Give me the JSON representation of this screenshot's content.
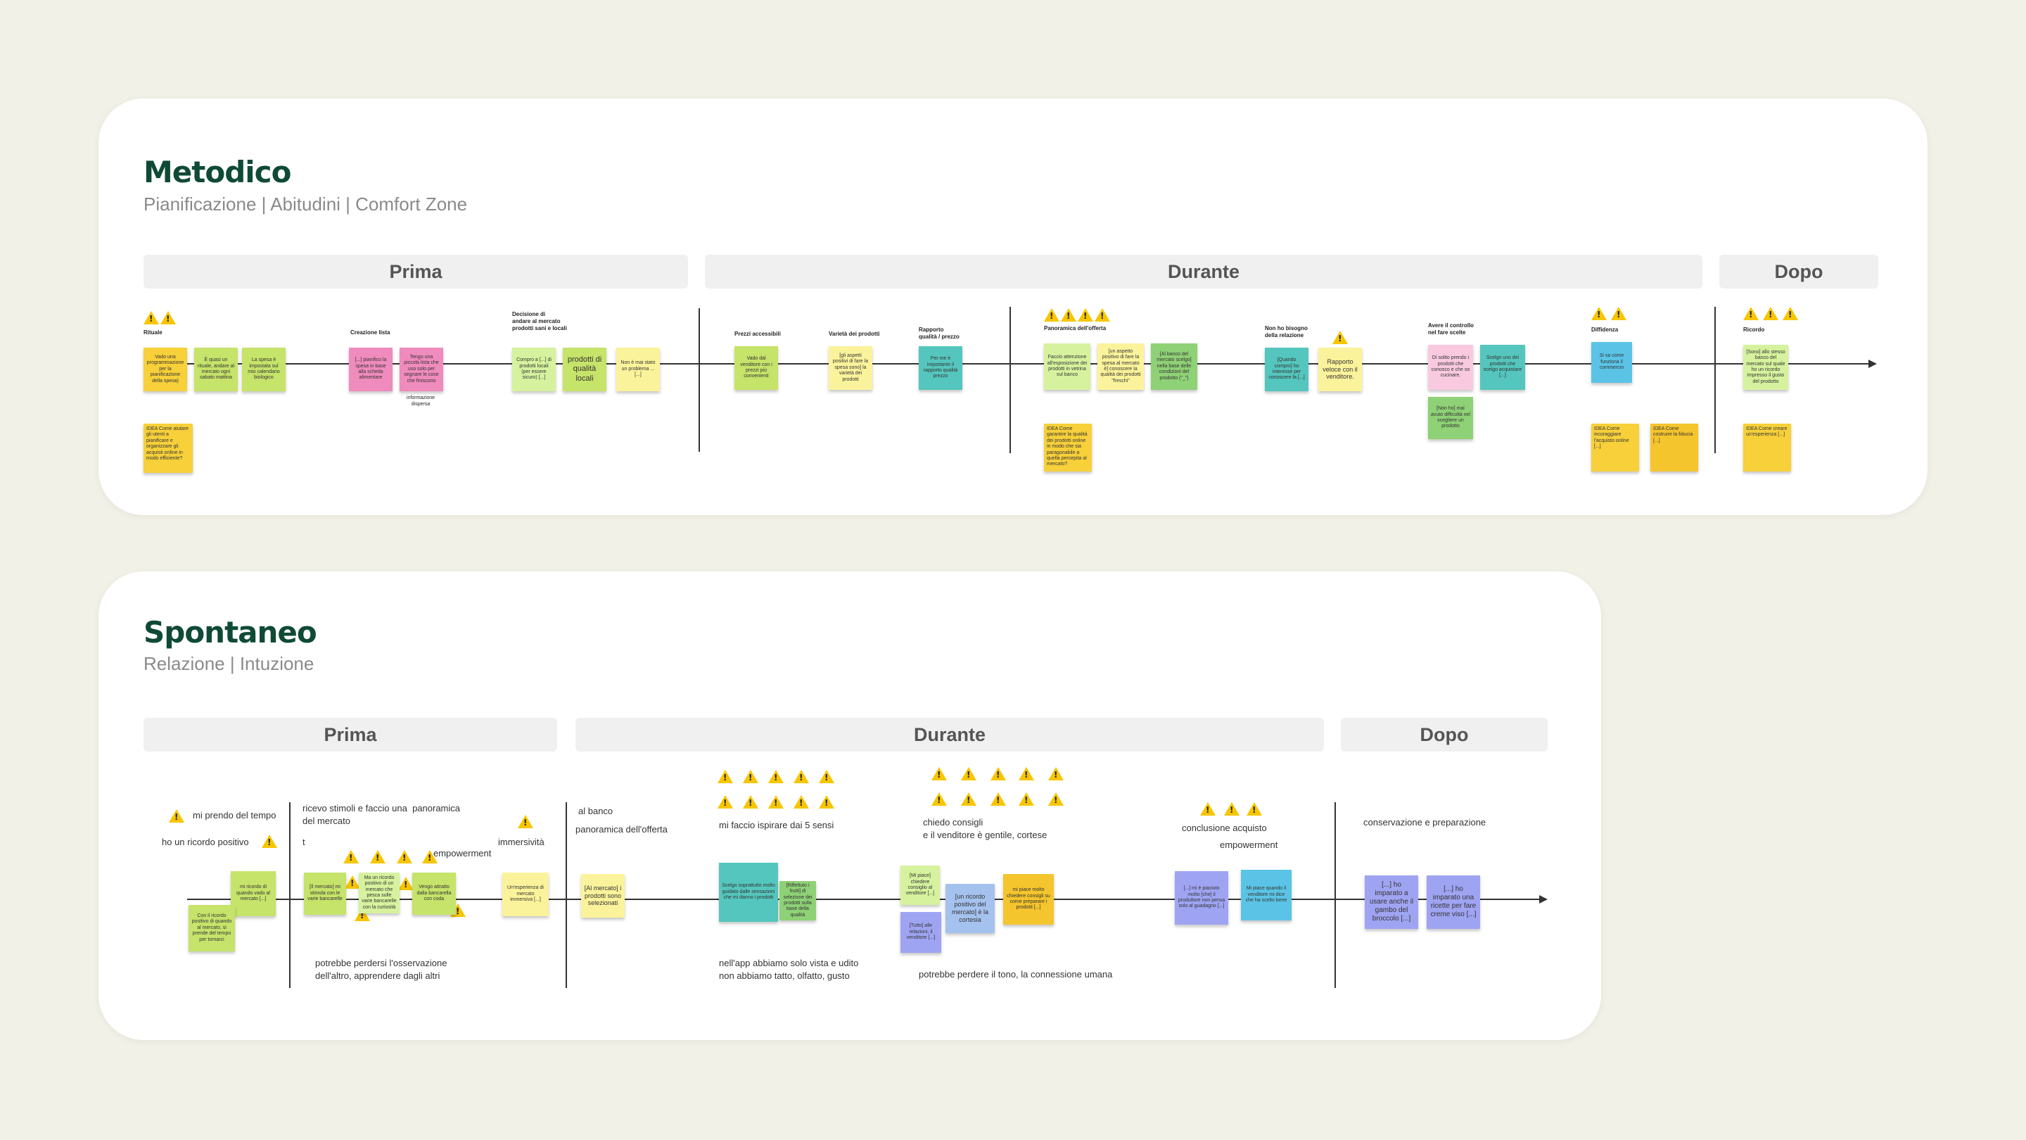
{
  "metodico": {
    "title": "Metodico",
    "subtitle": "Pianificazione | Abitudini | Comfort Zone",
    "phases": [
      "Prima",
      "Durante",
      "Dopo"
    ],
    "labels": {
      "rituale": "Rituale",
      "creazione_lista": "Creazione lista",
      "decisione": "Decisione di\nandare al mercato\nprodotti sani e locali",
      "prezzi": "Prezzi accessibili",
      "varieta": "Varietà dei prodotti",
      "rapporto": "Rapporto\nqualità / prezzo",
      "panoramica": "Panoramica dell'offerta",
      "non_ho": "Non ho bisogno\ndella relazione",
      "avere": "Avere il controllo\nnel fare scelte",
      "diffidenza": "Diffidenza",
      "ricordo": "Ricordo",
      "informazione": "informazione\ndispersa"
    },
    "notes": {
      "n1": "Vado una programmazione per la pianificazione della spesa)",
      "n2": "È quasi un rituale, andare al mercato ogni sabato mattina",
      "n3": "La spesa è impostata sul mio calendario biologico",
      "n4": "IDEA Come aiutare gli utenti a pianificare e organizzare gli acquisti online in modo efficiente?",
      "n5": "[...] pianifico la spesa in base alla scheda alimentare",
      "n6": "Tengo una piccola lista che uso solo per segnare le cose che finiscono",
      "n7": "Compro a [...] di prodotti locali (per essere sicuro) [...]",
      "n8": "prodotti di qualità locali",
      "n9": "Non è mai stato un problema ... [...]",
      "n10": "Vado dal venditore con i prezzi più convenienti",
      "n11": "[gli aspetti positivi di fare la spesa sono] la varietà dei prodotti",
      "n12": "Per me è importante il rapporto qualità prezzo",
      "n13": "Faccio attenzione all'esposizione dei prodotti in vetrina sul banco",
      "n14": "[un aspetto positivo di fare la spesa al mercato è] conoscere la qualità dei prodotti \"freschi\"",
      "n15": "[Al banco del mercato scelgo] nella base delle condizioni del prodotto (\"_\")",
      "n16": "IDEA Come garantire la qualità dei prodotti online in modo che sia paragonabile a quella percepita al mercato?",
      "n17": "[Quando compro] ho interesse per conoscere la [...]",
      "n18": "Rapporto veloce con il venditore.",
      "n19": "Di solito prendo i prodotti che conosco e che so cucinare.",
      "n20": "Scelgo uno dei prodotti che scelgo acquistare [...]",
      "n21": "[Non ho] mai avuto difficoltà nel scegliere un prodotto",
      "n22": "Si sa come funziona il commercio",
      "n23": "IDEA Come incoraggiare l'acquisto online [...]",
      "n24": "IDEA Come costruire la fiducia [...]",
      "n25": "[Sono] allo stesso banco del mercato sul quale ho un ricordo impresso il gusto del prodotto",
      "n26": "IDEA Come creare un'esperienza [...]"
    }
  },
  "spontaneo": {
    "title": "Spontaneo",
    "subtitle": "Relazione | Intuzione",
    "phases": [
      "Prima",
      "Durante",
      "Dopo"
    ],
    "texts": {
      "t1": "mi prendo del tempo",
      "t2": "ho un ricordo positivo",
      "t3": "ricevo stimoli e faccio una  panoramica\ndel mercato",
      "t4": "t",
      "t5": "empowerment",
      "t6": "immersività",
      "t7": "potrebbe perdersi l'osservazione\ndell'altro, apprendere dagli altri",
      "t8": "al banco",
      "t9": "panoramica dell'offerta",
      "t10": "mi faccio ispirare dai 5 sensi",
      "t11": "nell'app abbiamo solo vista e udito\nnon abbiamo tatto, olfatto, gusto",
      "t12": "chiedo consigli\ne il venditore è gentile, cortese",
      "t13": "potrebbe perdere il tono, la connessione umana",
      "t14": "conclusione acquisto",
      "t15": "empowerment",
      "t16": "conservazione e preparazione"
    },
    "notes": {
      "s1": "mi ricordo di quando vado al mercato [...]",
      "s2": "Con il ricordo positivo di quando al mercato, si prende del tempo per tornarci",
      "s3": "[Il mercato] mi stimola con le varie bancarelle",
      "s4": "Ma un ricordo positivo di un mercato che pesca sulle varie bancarelle con la curiosità",
      "s5": "Vengo attratto dalla bancarella con coda",
      "s6": "Un'esperienza di mercato immersiva [...]",
      "s7": "[Al mercato] i prodotti sono selezionati",
      "s8": "Scelgo soprattutto molto guidato dalle sensazioni che mi danno i prodotti",
      "s9": "[Riflettuto i frutti] di selezione dei prodotti sulla base della qualità",
      "s10": "[Mi piace] chiedere consiglio al venditore [...]",
      "s11": "[Tutto] alle relazioni, il venditore [...]",
      "s12": "[un ricordo positivo del mercato] è la cortesia",
      "s13": "mi piace molto chiedere consigli su come preparare i prodotti [...]",
      "s14": "[...] mi è piaciuto molto [che] il produttore non pensa solo al guadagno [...]",
      "s15": "Mi piace quando il venditore mi dice che ha scelto bene",
      "s16": "[...] ho imparato a usare anche il gambo del broccolo [...]",
      "s17": "[...] ho imparato una ricette per fare creme viso [...]"
    }
  }
}
